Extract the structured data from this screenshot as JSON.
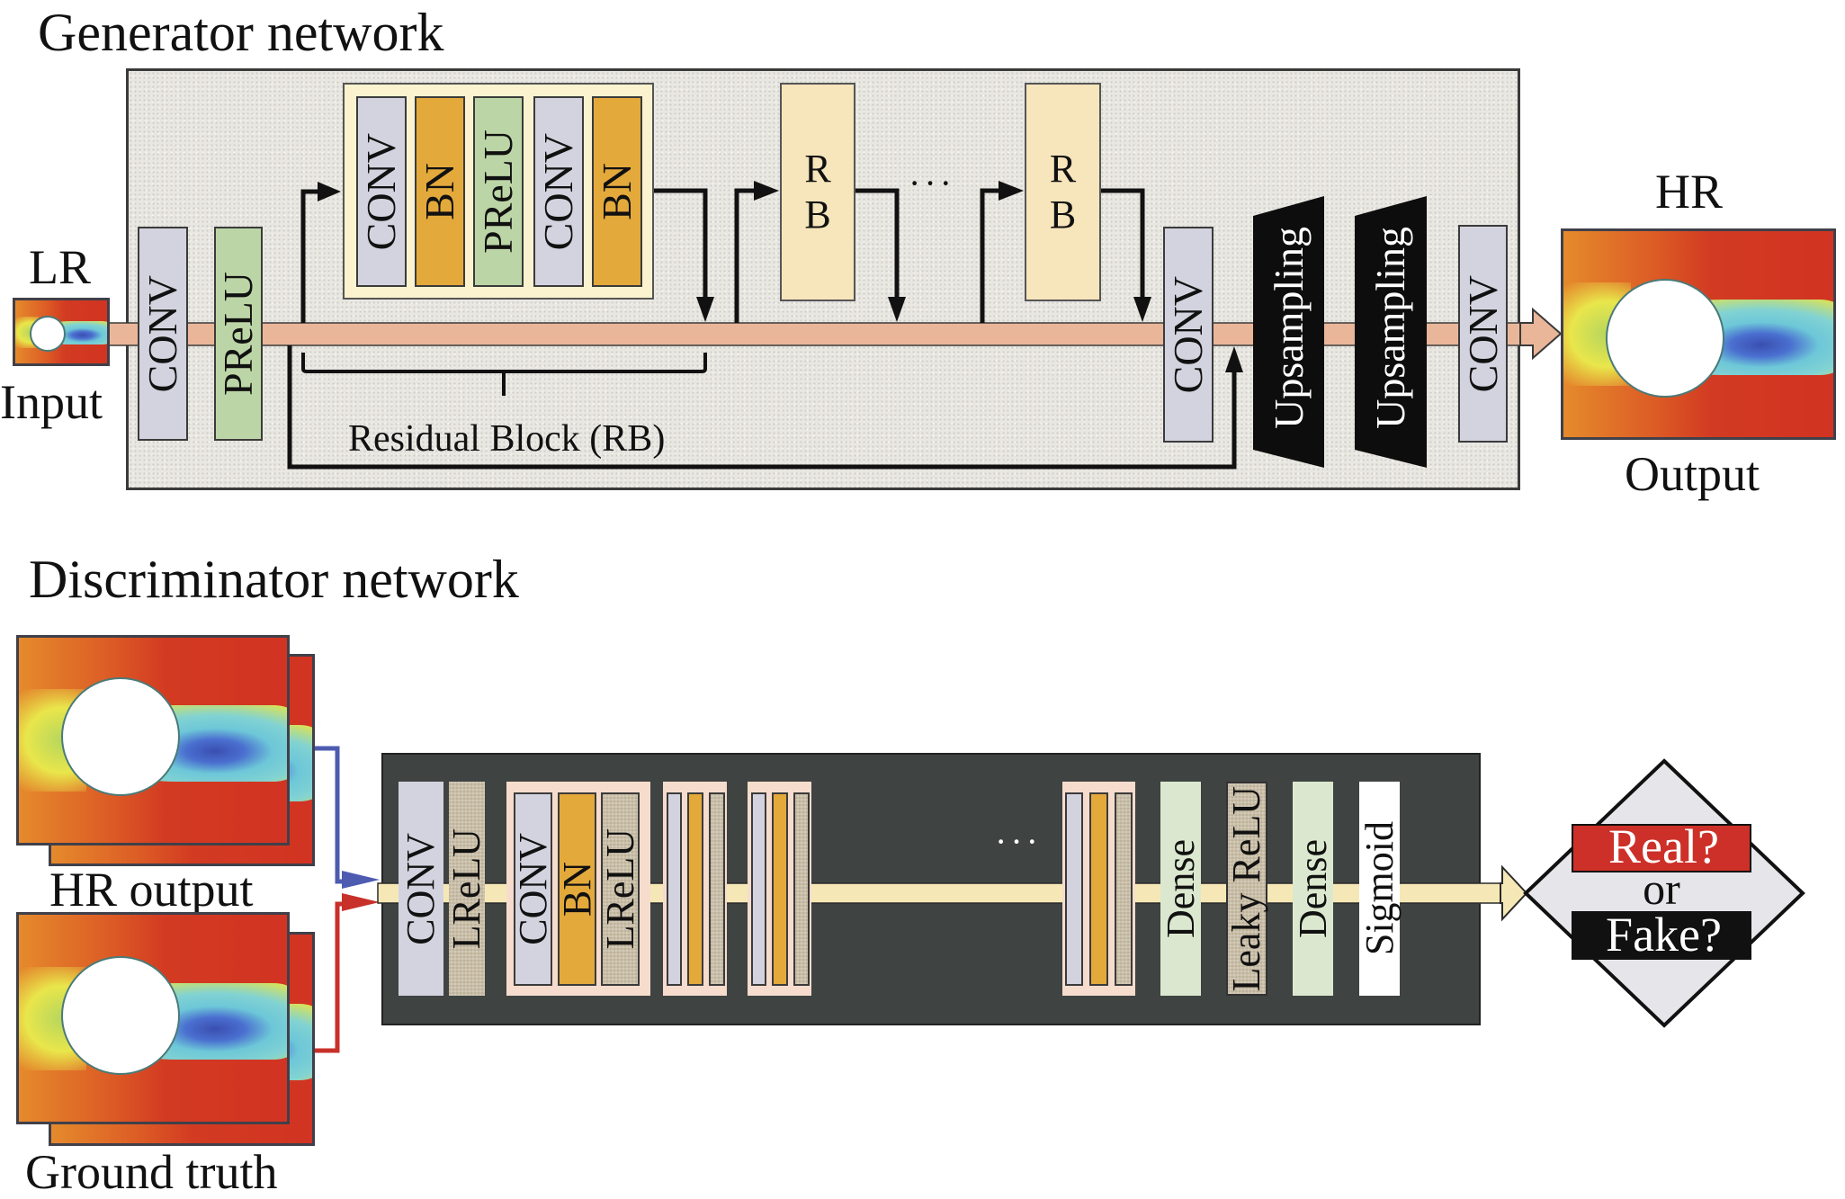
{
  "generator": {
    "title": "Generator network",
    "input_top_label": "LR",
    "input_bottom_label": "Input",
    "output_top_label": "HR",
    "output_bottom_label": "Output",
    "layers": {
      "conv_first": "CONV",
      "prelu": "PReLU",
      "residual_block": [
        "CONV",
        "BN",
        "PReLU",
        "CONV",
        "BN"
      ],
      "rb_first": "R\nB",
      "rb_last": "R\nB",
      "ellipsis": "···",
      "conv_post": "CONV",
      "upsampling_1": "Upsampling",
      "upsampling_2": "Upsampling",
      "conv_last": "CONV"
    },
    "residual_block_label": "Residual Block (RB)"
  },
  "discriminator": {
    "title": "Discriminator network",
    "input_labels": [
      "HR output",
      "Ground truth"
    ],
    "layers": {
      "conv_first": "CONV",
      "lrelu_first": "LReLU",
      "group_first": [
        "CONV",
        "BN",
        "LReLU"
      ],
      "ellipsis": "···",
      "dense_1": "Dense",
      "leaky_relu": "Leaky ReLU",
      "dense_2": "Dense",
      "sigmoid": "Sigmoid"
    },
    "decision": {
      "real": "Real?",
      "or": "or",
      "fake": "Fake?"
    }
  },
  "colors": {
    "conv": "#d3d3df",
    "bn": "#e3a93b",
    "prelu": "#bcd5a6",
    "residual_block": "#f7e5bb",
    "generator_flow": "#eab69a",
    "discriminator_flow": "#f6e8b6",
    "discriminator_bg": "#3f4342",
    "hr_arrow": "#4d5bb0",
    "gt_arrow": "#c8302a",
    "real_badge": "#cc3028",
    "fake_badge": "#111111"
  }
}
